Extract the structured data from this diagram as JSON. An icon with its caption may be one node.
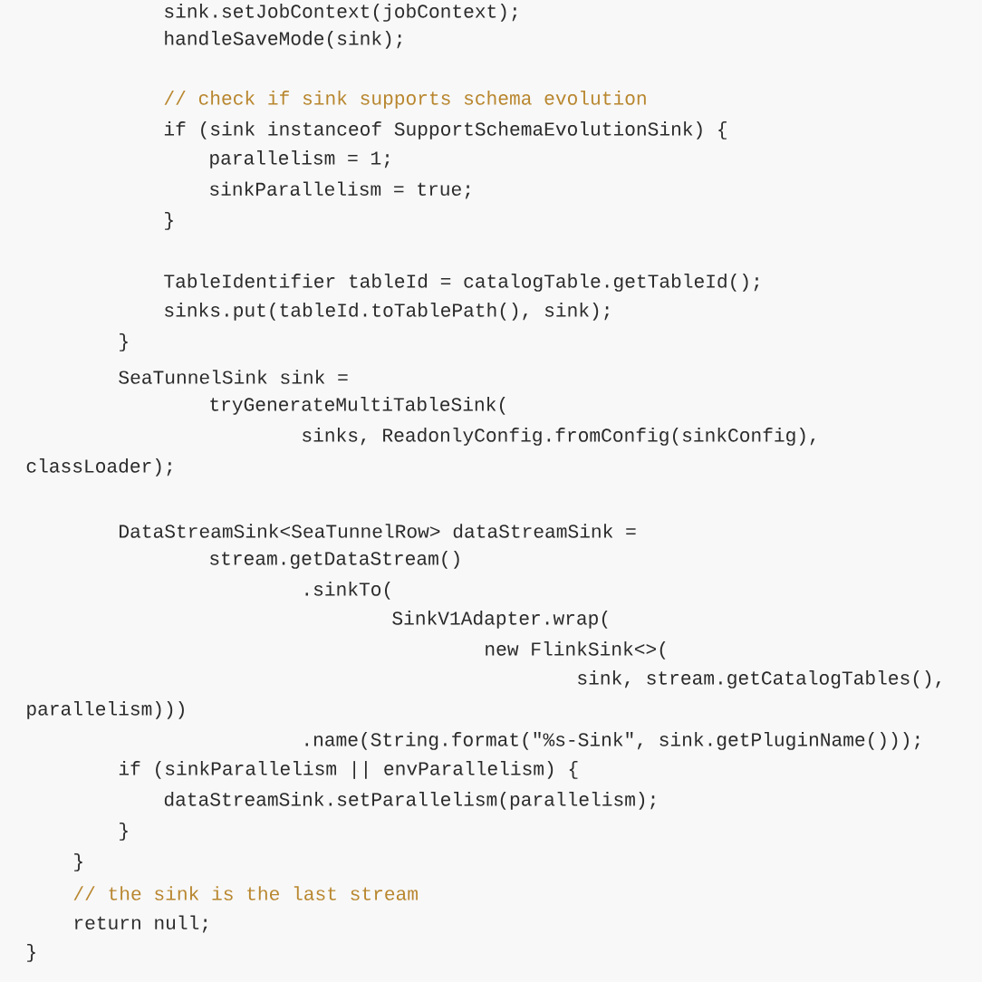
{
  "diagram": {
    "labels": [
      "sink.setJobContext(jobContext);",
      "handleSaveMode(sink);",
      "// check if sink supports schema evolution",
      "if (sink instanceof SupportSchemaEvolutionSink) {",
      "parallelism = 1;",
      "sinkParallelism = true;",
      "}",
      "TableIdentifier tableId = catalogTable.getTableId();",
      "sinks.put(tableId.toTablePath(), sink);",
      "}",
      "SeaTunnelSink sink =",
      "tryGenerateMultiTableSink(",
      "sinks, ReadonlyConfig.fromConfig(sinkConfig),",
      "classLoader);",
      "DataStreamSink<SeaTunnelRow> dataStreamSink =",
      "stream.getDataStream()",
      ".sinkTo(",
      "SinkV1Adapter.wrap(",
      "new FlinkSink<>(",
      "sink, stream.getCatalogTables(),",
      "parallelism)))",
      ".name(String.format(\"%s-Sink\", sink.getPluginName()));",
      "if (sinkParallelism || envParallelism) {",
      "dataStreamSink.setParallelism(parallelism);",
      "}",
      "}",
      "// the sink is the last stream",
      "return null;",
      "}"
    ]
  }
}
